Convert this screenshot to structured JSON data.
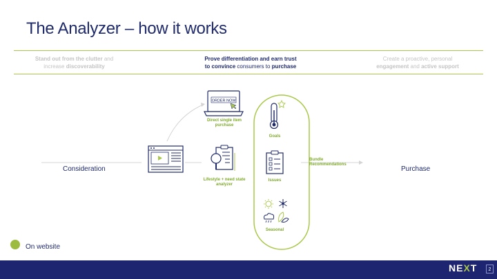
{
  "title": "The Analyzer – how it works",
  "band": {
    "left": {
      "bold1": "Stand out from the clutter",
      "plain1": " and",
      "plain2": "increase ",
      "bold2": "discoverability"
    },
    "middle": {
      "bold1": "Prove differentiation and earn trust",
      "bold2": "to convince",
      "plain2": " consumers to ",
      "bold3": "purchase"
    },
    "right": {
      "plain1": "Create a proactive, personal",
      "bold2": "engagement",
      "plain2": " and ",
      "bold3": "active support"
    }
  },
  "flow": {
    "start": "Consideration",
    "end": "Purchase"
  },
  "laptop_screen_text": "ORDER NOW",
  "nodes": {
    "direct": "Direct single item purchase",
    "analyzer": "Lifestyle + need state analyzer",
    "goals": "Goals",
    "issues": "Issues",
    "seasonal": "Seasonal",
    "bundle": "Bundle Recommendations"
  },
  "legend": {
    "label": "On website",
    "color": "#9dbb3e"
  },
  "footer": {
    "logo_pre": "NE",
    "logo_x": "X",
    "logo_post": "T",
    "page": "2"
  },
  "colors": {
    "navy": "#1f2a6b",
    "green": "#a9c84a",
    "footer": "#1d2470"
  }
}
